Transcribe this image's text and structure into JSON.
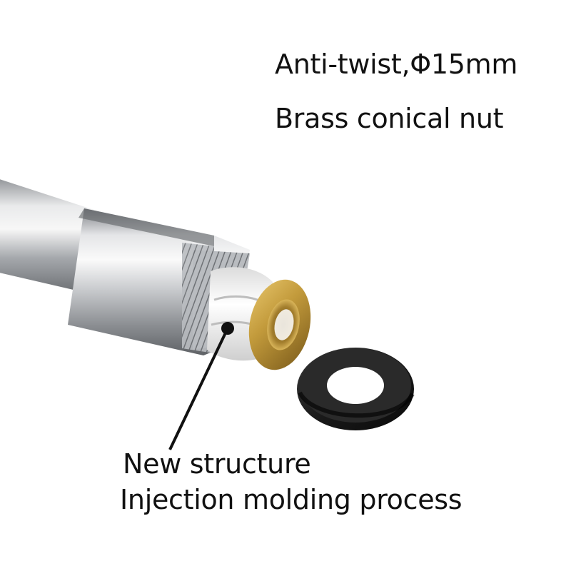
{
  "specs": {
    "line1": "Anti-twist,Φ15mm",
    "line2": "Brass conical nut"
  },
  "callout": {
    "line1": "New structure",
    "line2": "Injection molding process"
  },
  "colors": {
    "chrome": "#c8cacc",
    "brass": "#b9953a",
    "plastic_insert": "#f2f2f2",
    "rubber_washer": "#1c1c1c",
    "text": "#111111"
  }
}
